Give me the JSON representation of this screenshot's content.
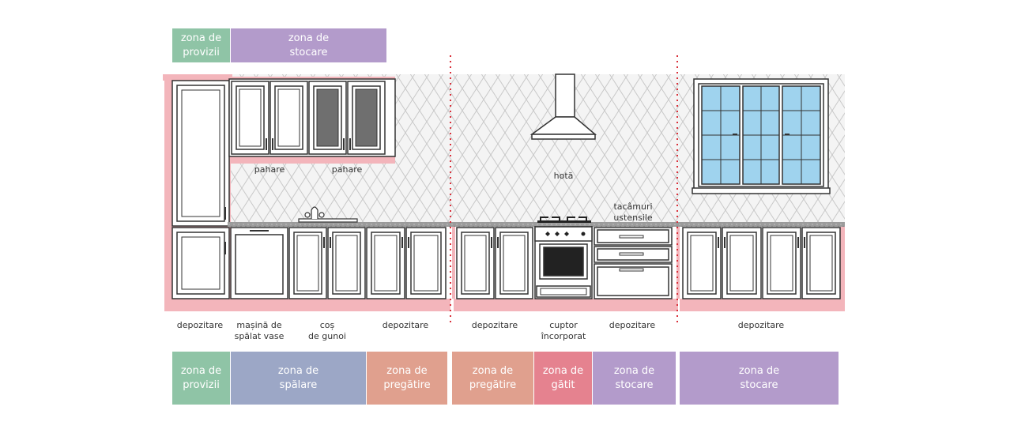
{
  "colors": {
    "provizii": "#8fc4a6",
    "stocare": "#b39bcb",
    "spalare": "#9ca7c6",
    "pregatire": "#e0a08e",
    "gatit": "#e5828f",
    "highlight": "#f3b5bb",
    "divider": "#d9303a",
    "glass": "#9fd3ee"
  },
  "top_zones": [
    {
      "text": "zona de\nprovizii"
    },
    {
      "text": "zona de\nstocare"
    }
  ],
  "bottom_zones": [
    {
      "text": "zona de\nprovizii"
    },
    {
      "text": "zona de\nspălare"
    },
    {
      "text": "zona de\npregătire"
    },
    {
      "text": "zona de\npregătire"
    },
    {
      "text": "zona de\ngătit"
    },
    {
      "text": "zona de\nstocare"
    },
    {
      "text": "zona de\nstocare"
    }
  ],
  "upper_labels": [
    {
      "text": "pahare"
    },
    {
      "text": "pahare"
    },
    {
      "text": "hotă"
    },
    {
      "text": "tacâmuri\nustensile"
    }
  ],
  "base_labels": [
    {
      "text": "depozitare"
    },
    {
      "text": "mașină de\nspălat vase"
    },
    {
      "text": "coș\nde gunoi"
    },
    {
      "text": "depozitare"
    },
    {
      "text": "depozitare"
    },
    {
      "text": "cuptor\nîncorporat"
    },
    {
      "text": "depozitare"
    },
    {
      "text": "depozitare"
    }
  ]
}
